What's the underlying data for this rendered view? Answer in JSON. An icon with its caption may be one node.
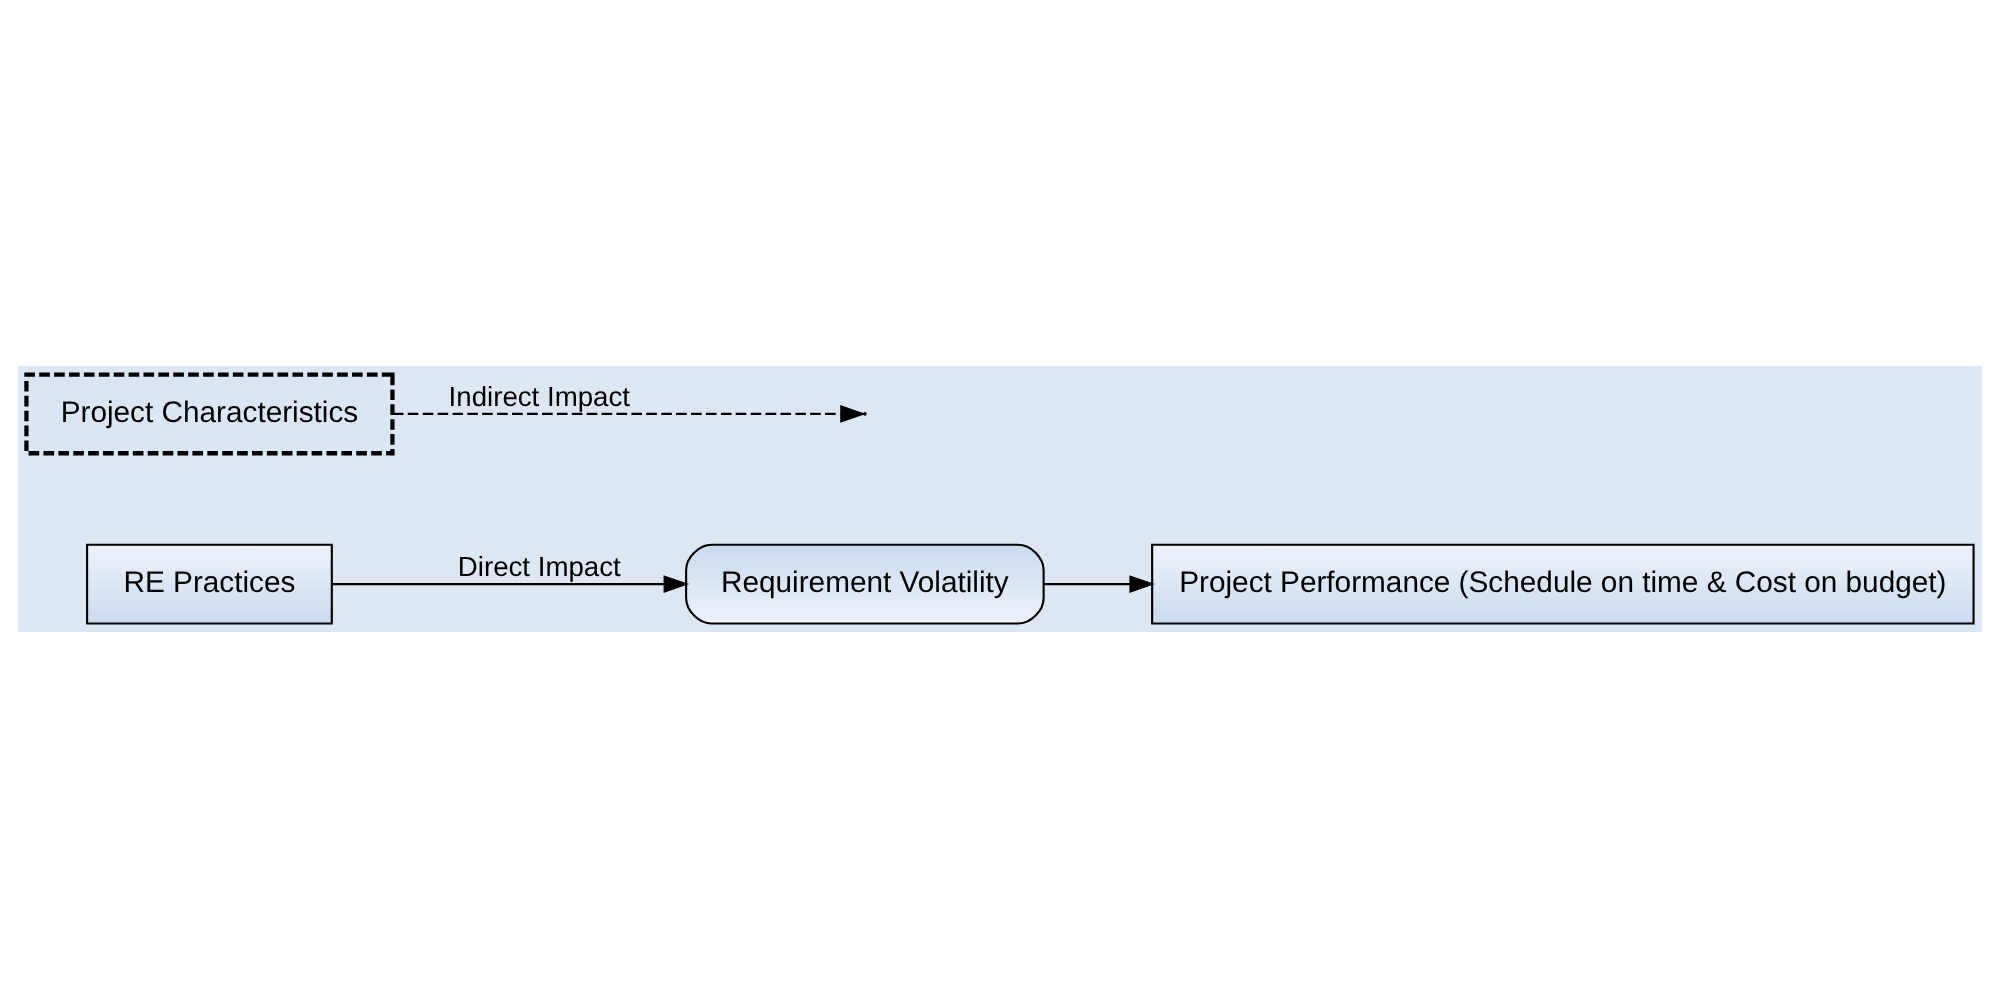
{
  "diagram": {
    "nodes": [
      {
        "text": [
          "RE Practices"
        ]
      },
      {
        "text": [
          "Requirement Volatility"
        ]
      },
      {
        "text": [
          "Project Performance (Schedule on time & Cost on budget)"
        ]
      },
      {
        "text": [
          "Project Characteristics"
        ]
      }
    ],
    "edges": [
      {
        "from": 0,
        "to": 1,
        "arrow": "to",
        "label": "Direct Impact"
      },
      {
        "from": 1,
        "to": 2,
        "arrow": "to"
      },
      {
        "from": 3,
        "to": null,
        "arrow": "to",
        "style": "dashed",
        "label": "Indirect Impact"
      }
    ]
  }
}
